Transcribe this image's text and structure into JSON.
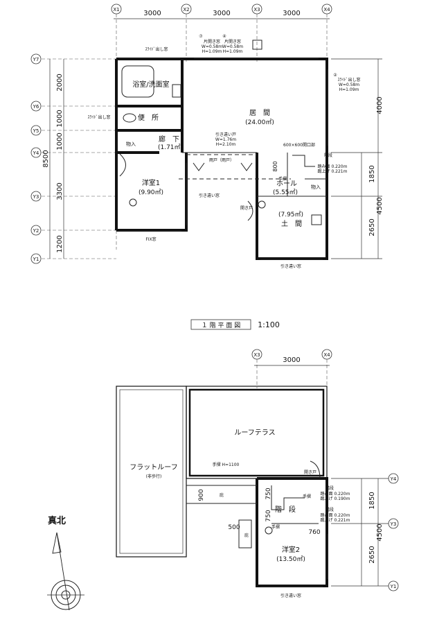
{
  "grid_x_labels": {
    "x1": "X1",
    "x2": "X2",
    "x3": "X3",
    "x4": "X4"
  },
  "grid_y_labels": {
    "y7": "Y7",
    "y6": "Y6",
    "y5": "Y5",
    "y4": "Y4",
    "y3": "Y3",
    "y2": "Y2",
    "y1": "Y1"
  },
  "dims_top": [
    "3000",
    "3000",
    "3000"
  ],
  "dims_left": {
    "d2000": "2000",
    "d1000": "1000",
    "d1000b": "1000",
    "d3300": "3300",
    "d1200": "1200",
    "d8500": "8500"
  },
  "dims_right": {
    "d4000": "4000",
    "d1850": "1850",
    "d2650": "2650",
    "d4500": "4500"
  },
  "floor1": {
    "caption": "１ 階 平 面 図",
    "scale": "1:100",
    "rooms": {
      "bath": "浴室/洗面室",
      "toilet": "便　所",
      "living": "居　間",
      "living_area": "(24.00㎡)",
      "corridor": "廊　下",
      "corridor_area": "(1.71㎡)",
      "western1": "洋室1",
      "western1_area": "(9.90㎡)",
      "hall": "ホール",
      "hall_area": "(5.55㎡)",
      "doma": "土　間",
      "doma_area": "(7.95㎡)",
      "storage_a": "物入",
      "storage_b": "物入"
    },
    "notes": {
      "window_top_left": "ｽﾗｲﾄﾞ出し窓",
      "window_left": "ｽﾗｲﾄﾞ出し窓",
      "casement1_name": "片開き窓",
      "casement1_size": "W=0.58m",
      "casement1_h": "H=1.09m",
      "casement2_name": "片開き窓",
      "casement2_size": "W=0.58m",
      "casement2_h": "H=1.09m",
      "window_right_name": "ｽﾗｲﾄﾞ出し窓",
      "window_right_size": "W=0.58m",
      "window_right_h": "H=1.09m",
      "sliding_door_name": "引き違い戸",
      "sliding_door_w": "W=1.76m",
      "sliding_door_h": "H=2.10m",
      "inspection": "600×600開口部",
      "rain_shutter": "雨戸（雨戸）",
      "sliding_window_mid": "引き違い窓",
      "fix_window": "FIX窓",
      "stairs_label": "階段",
      "stairs_tread": "踏み面 0.220m",
      "stairs_riser": "蹴上げ 0.221m",
      "d800": "800",
      "handrail": "手摺",
      "door_open": "開き戸",
      "sliding_window_bottom": "引き違い窓",
      "prefix_num": "⑦",
      "prefix_num2": "④",
      "prefix_num3": "②"
    }
  },
  "floor2": {
    "rooms": {
      "roof_terrace": "ルーフテラス",
      "flat_roof": "フラットルーフ",
      "flat_roof_sub": "(非歩行)",
      "western2": "洋室2",
      "western2_area": "(13.50㎡)",
      "stairs": "階　段"
    },
    "notes": {
      "handrail_h": "手摺 H=1100",
      "door_open": "開き戸",
      "stairs_label": "階段",
      "tread1": "踏み面 0.220m",
      "riser1": "蹴上げ 0.190m",
      "stairs_label2": "階段",
      "tread2": "踏み面 0.220m",
      "riser2": "蹴上げ 0.221m",
      "handrail1": "手摺",
      "handrail2": "手摺",
      "eaves": "庇",
      "eaves2": "庇",
      "d900": "900",
      "d750a": "750",
      "d750b": "750",
      "d500": "500",
      "d760": "760",
      "sliding_window": "引き違い窓",
      "dim_3000": "3000",
      "d1850": "1850",
      "d2650": "2650",
      "d4500": "4500"
    }
  },
  "north": {
    "label": "真北"
  }
}
